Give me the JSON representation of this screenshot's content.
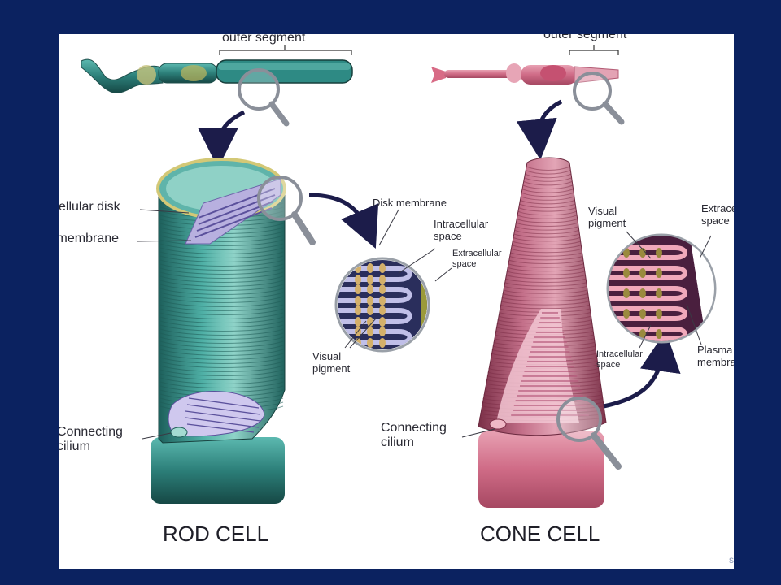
{
  "labels": {
    "rod_outer_segment": "outer segment",
    "cone_outer_segment": "outer segment",
    "rod_intracellular_disk": "Intracellular disk",
    "rod_disk_membrane": "Disk membrane",
    "rod_connecting_cilium": "Connecting\ncilium",
    "rod_zoom_disk_membrane": "Disk membrane",
    "rod_zoom_intracellular_space": "Intracellular\nspace",
    "rod_zoom_extracellular_space": "Extracellular\nspace",
    "rod_zoom_visual_pigment": "Visual\npigment",
    "cone_visual_pigment": "Visual\npigment",
    "cone_extracellular_space": "Extracellular\nspace",
    "cone_intracellular_space": "Intracellular\nspace",
    "cone_plasma_membrane": "Plasma\nmembrane",
    "cone_connecting_cilium": "Connecting\ncilium"
  },
  "titles": {
    "rod": "ROD CELL",
    "cone": "CONE CELL"
  },
  "footer": "s",
  "colors": {
    "background": "#0b2260",
    "panel": "#ffffff",
    "rod_body": "#2f8f88",
    "cone_body": "#b95f7a",
    "arrow": "#1c1c4a"
  }
}
